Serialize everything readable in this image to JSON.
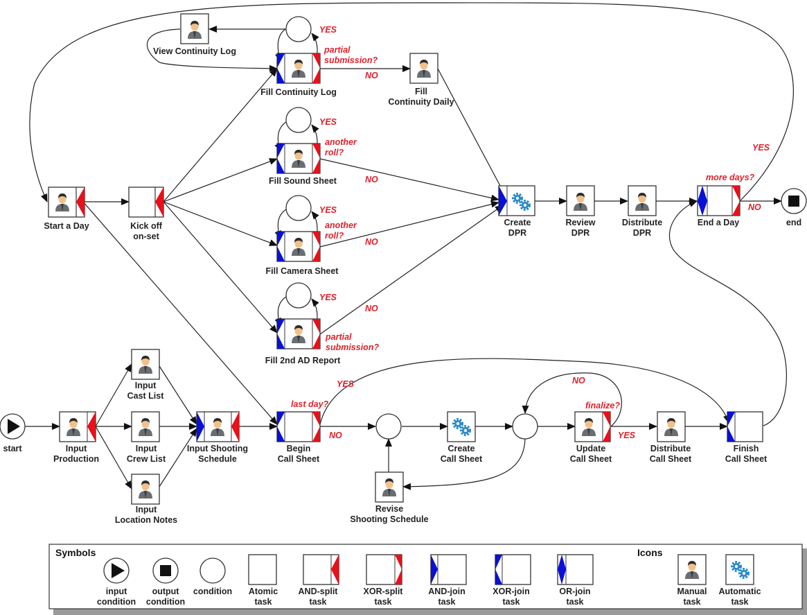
{
  "colors": {
    "split": "#e8101a",
    "join": "#0a10d8",
    "annotation": "#e0202a",
    "gear": "#2a8ac8"
  },
  "nodes": {
    "start": {
      "label": "start"
    },
    "end": {
      "label": "end"
    },
    "start_a_day": {
      "label": "Start a Day",
      "icon": "manual-task-icon"
    },
    "kick_off": {
      "label1": "Kick off",
      "label2": "on-set"
    },
    "view_continuity_log": {
      "label": "View Continuity Log",
      "icon": "manual-task-icon"
    },
    "fill_continuity_log": {
      "label": "Fill Continuity Log",
      "icon": "manual-task-icon"
    },
    "fill_continuity_daily": {
      "label1": "Fill",
      "label2": "Continuity Daily",
      "icon": "manual-task-icon"
    },
    "fill_sound_sheet": {
      "label": "Fill Sound Sheet",
      "icon": "manual-task-icon"
    },
    "fill_camera_sheet": {
      "label": "Fill Camera Sheet",
      "icon": "manual-task-icon"
    },
    "fill_2nd_ad_report": {
      "label": "Fill 2nd AD Report",
      "icon": "manual-task-icon"
    },
    "create_dpr": {
      "label1": "Create",
      "label2": "DPR",
      "icon": "automatic-task-icon"
    },
    "review_dpr": {
      "label1": "Review",
      "label2": "DPR",
      "icon": "manual-task-icon"
    },
    "distribute_dpr": {
      "label1": "Distribute",
      "label2": "DPR",
      "icon": "manual-task-icon"
    },
    "end_a_day": {
      "label": "End a Day"
    },
    "input_production": {
      "label1": "Input",
      "label2": "Production",
      "icon": "manual-task-icon"
    },
    "input_cast_list": {
      "label1": "Input",
      "label2": "Cast List",
      "icon": "manual-task-icon"
    },
    "input_crew_list": {
      "label1": "Input",
      "label2": "Crew List",
      "icon": "manual-task-icon"
    },
    "input_location_notes": {
      "label1": "Input",
      "label2": "Location Notes",
      "icon": "manual-task-icon"
    },
    "input_shooting_schedule": {
      "label1": "Input Shooting",
      "label2": "Schedule",
      "icon": "manual-task-icon"
    },
    "begin_call_sheet": {
      "label1": "Begin",
      "label2": "Call Sheet"
    },
    "create_call_sheet": {
      "label1": "Create",
      "label2": "Call Sheet",
      "icon": "automatic-task-icon"
    },
    "revise_shooting_schedule": {
      "label1": "Revise",
      "label2": "Shooting Schedule",
      "icon": "manual-task-icon"
    },
    "update_call_sheet": {
      "label1": "Update",
      "label2": "Call Sheet",
      "icon": "manual-task-icon"
    },
    "distribute_call_sheet": {
      "label1": "Distribute",
      "label2": "Call Sheet",
      "icon": "manual-task-icon"
    },
    "finish_call_sheet": {
      "label1": "Finish",
      "label2": "Call Sheet"
    }
  },
  "annotations": {
    "yes": "YES",
    "no": "NO",
    "partial_1": "partial",
    "partial_2": "submission?",
    "another_1": "another",
    "another_2": "roll?",
    "more_days": "more days?",
    "last_day": "last day?",
    "finalize": "finalize?"
  },
  "legend": {
    "symbols_title": "Symbols",
    "icons_title": "Icons",
    "items": [
      {
        "l1": "input",
        "l2": "condition"
      },
      {
        "l1": "output",
        "l2": "condition"
      },
      {
        "l1": "condition",
        "l2": ""
      },
      {
        "l1": "Atomic",
        "l2": "task"
      },
      {
        "l1": "AND-split",
        "l2": "task"
      },
      {
        "l1": "XOR-split",
        "l2": "task"
      },
      {
        "l1": "AND-join",
        "l2": "task"
      },
      {
        "l1": "XOR-join",
        "l2": "task"
      },
      {
        "l1": "OR-join",
        "l2": "task"
      }
    ],
    "icons": [
      {
        "l1": "Manual",
        "l2": "task"
      },
      {
        "l1": "Automatic",
        "l2": "task"
      }
    ]
  }
}
